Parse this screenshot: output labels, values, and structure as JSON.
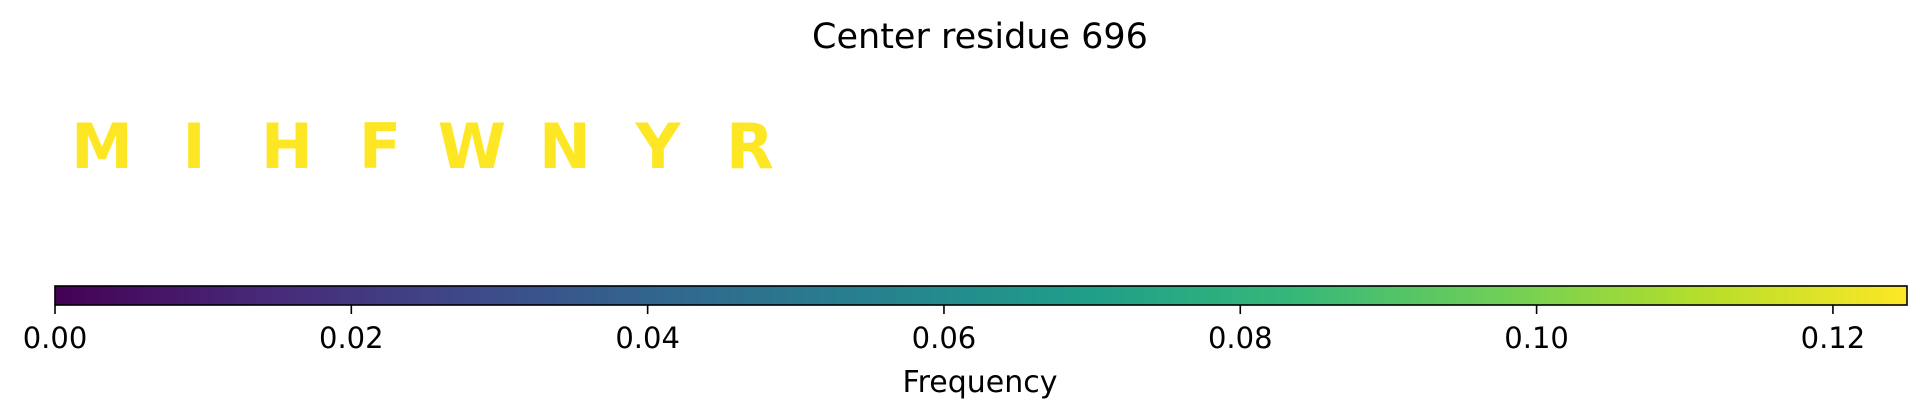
{
  "chart_data": {
    "type": "sequence-logo-colorbar",
    "title": "Center residue 696",
    "residues": [
      {
        "letter": "M",
        "frequency": 0.125
      },
      {
        "letter": "I",
        "frequency": 0.125
      },
      {
        "letter": "H",
        "frequency": 0.125
      },
      {
        "letter": "F",
        "frequency": 0.125
      },
      {
        "letter": "W",
        "frequency": 0.125
      },
      {
        "letter": "N",
        "frequency": 0.125
      },
      {
        "letter": "Y",
        "frequency": 0.125
      },
      {
        "letter": "R",
        "frequency": 0.125
      }
    ],
    "colorbar": {
      "label": "Frequency",
      "range": [
        0,
        0.125
      ],
      "ticks": [
        {
          "value": 0.0,
          "label": "0.00"
        },
        {
          "value": 0.02,
          "label": "0.02"
        },
        {
          "value": 0.04,
          "label": "0.04"
        },
        {
          "value": 0.06,
          "label": "0.06"
        },
        {
          "value": 0.08,
          "label": "0.08"
        },
        {
          "value": 0.1,
          "label": "0.10"
        },
        {
          "value": 0.12,
          "label": "0.12"
        }
      ],
      "colormap": "viridis",
      "colormap_stops": [
        "#440154",
        "#482878",
        "#3e4989",
        "#31688e",
        "#26828e",
        "#1f9e89",
        "#35b779",
        "#6ece58",
        "#b5de2b",
        "#fde725"
      ]
    },
    "grid": false
  }
}
